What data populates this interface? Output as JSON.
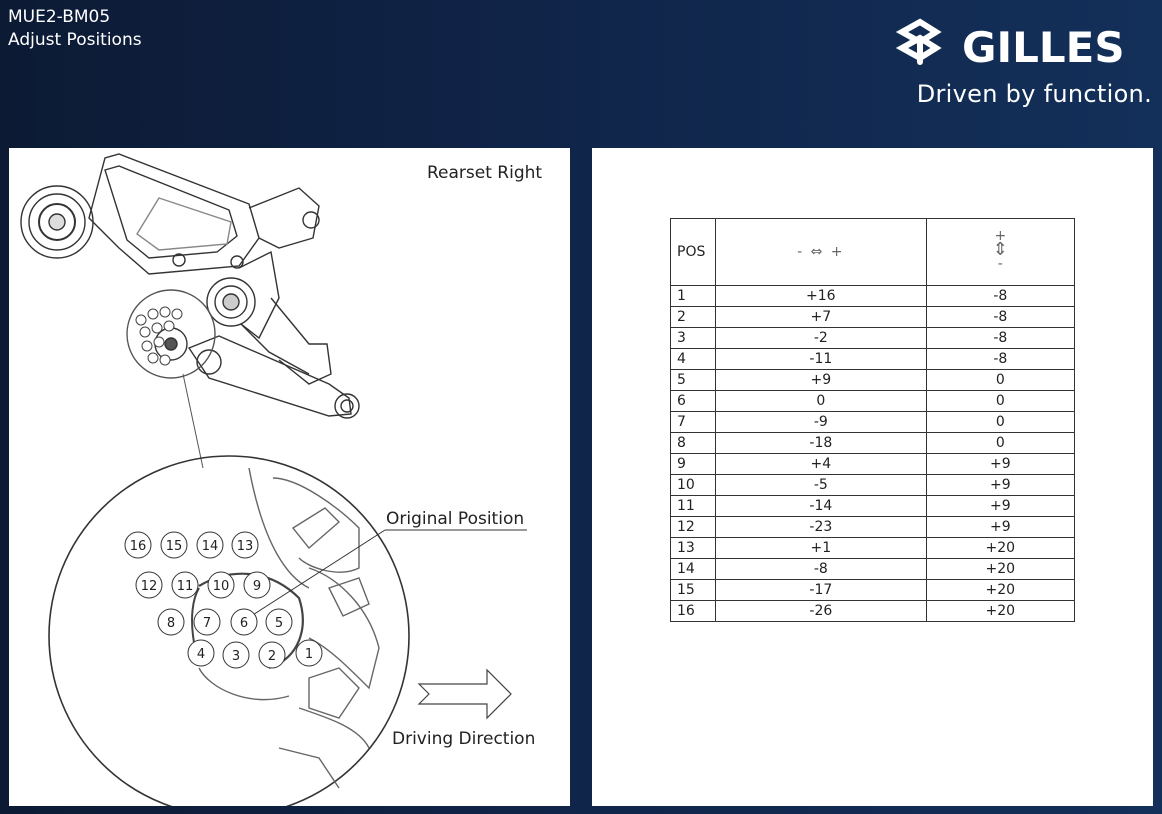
{
  "header": {
    "code": "MUE2-BM05",
    "subtitle": "Adjust Positions",
    "brand": "GILLES",
    "tagline": "Driven by function."
  },
  "diagram": {
    "title": "Rearset Right",
    "original_label": "Original Position",
    "direction_label": "Driving Direction",
    "positions": [
      "1",
      "2",
      "3",
      "4",
      "5",
      "6",
      "7",
      "8",
      "9",
      "10",
      "11",
      "12",
      "13",
      "14",
      "15",
      "16"
    ]
  },
  "table": {
    "col_pos": "POS",
    "col_horizontal_icon": "- ⇔ +",
    "col_vertical_icon_top": "+",
    "col_vertical_icon_arrow": "⇕",
    "col_vertical_icon_bottom": "-",
    "rows": [
      {
        "pos": "1",
        "h": "+16",
        "v": "-8"
      },
      {
        "pos": "2",
        "h": "+7",
        "v": "-8"
      },
      {
        "pos": "3",
        "h": "-2",
        "v": "-8"
      },
      {
        "pos": "4",
        "h": "-11",
        "v": "-8"
      },
      {
        "pos": "5",
        "h": "+9",
        "v": "0"
      },
      {
        "pos": "6",
        "h": "0",
        "v": "0"
      },
      {
        "pos": "7",
        "h": "-9",
        "v": "0"
      },
      {
        "pos": "8",
        "h": "-18",
        "v": "0"
      },
      {
        "pos": "9",
        "h": "+4",
        "v": "+9"
      },
      {
        "pos": "10",
        "h": "-5",
        "v": "+9"
      },
      {
        "pos": "11",
        "h": "-14",
        "v": "+9"
      },
      {
        "pos": "12",
        "h": "-23",
        "v": "+9"
      },
      {
        "pos": "13",
        "h": "+1",
        "v": "+20"
      },
      {
        "pos": "14",
        "h": "-8",
        "v": "+20"
      },
      {
        "pos": "15",
        "h": "-17",
        "v": "+20"
      },
      {
        "pos": "16",
        "h": "-26",
        "v": "+20"
      }
    ]
  }
}
